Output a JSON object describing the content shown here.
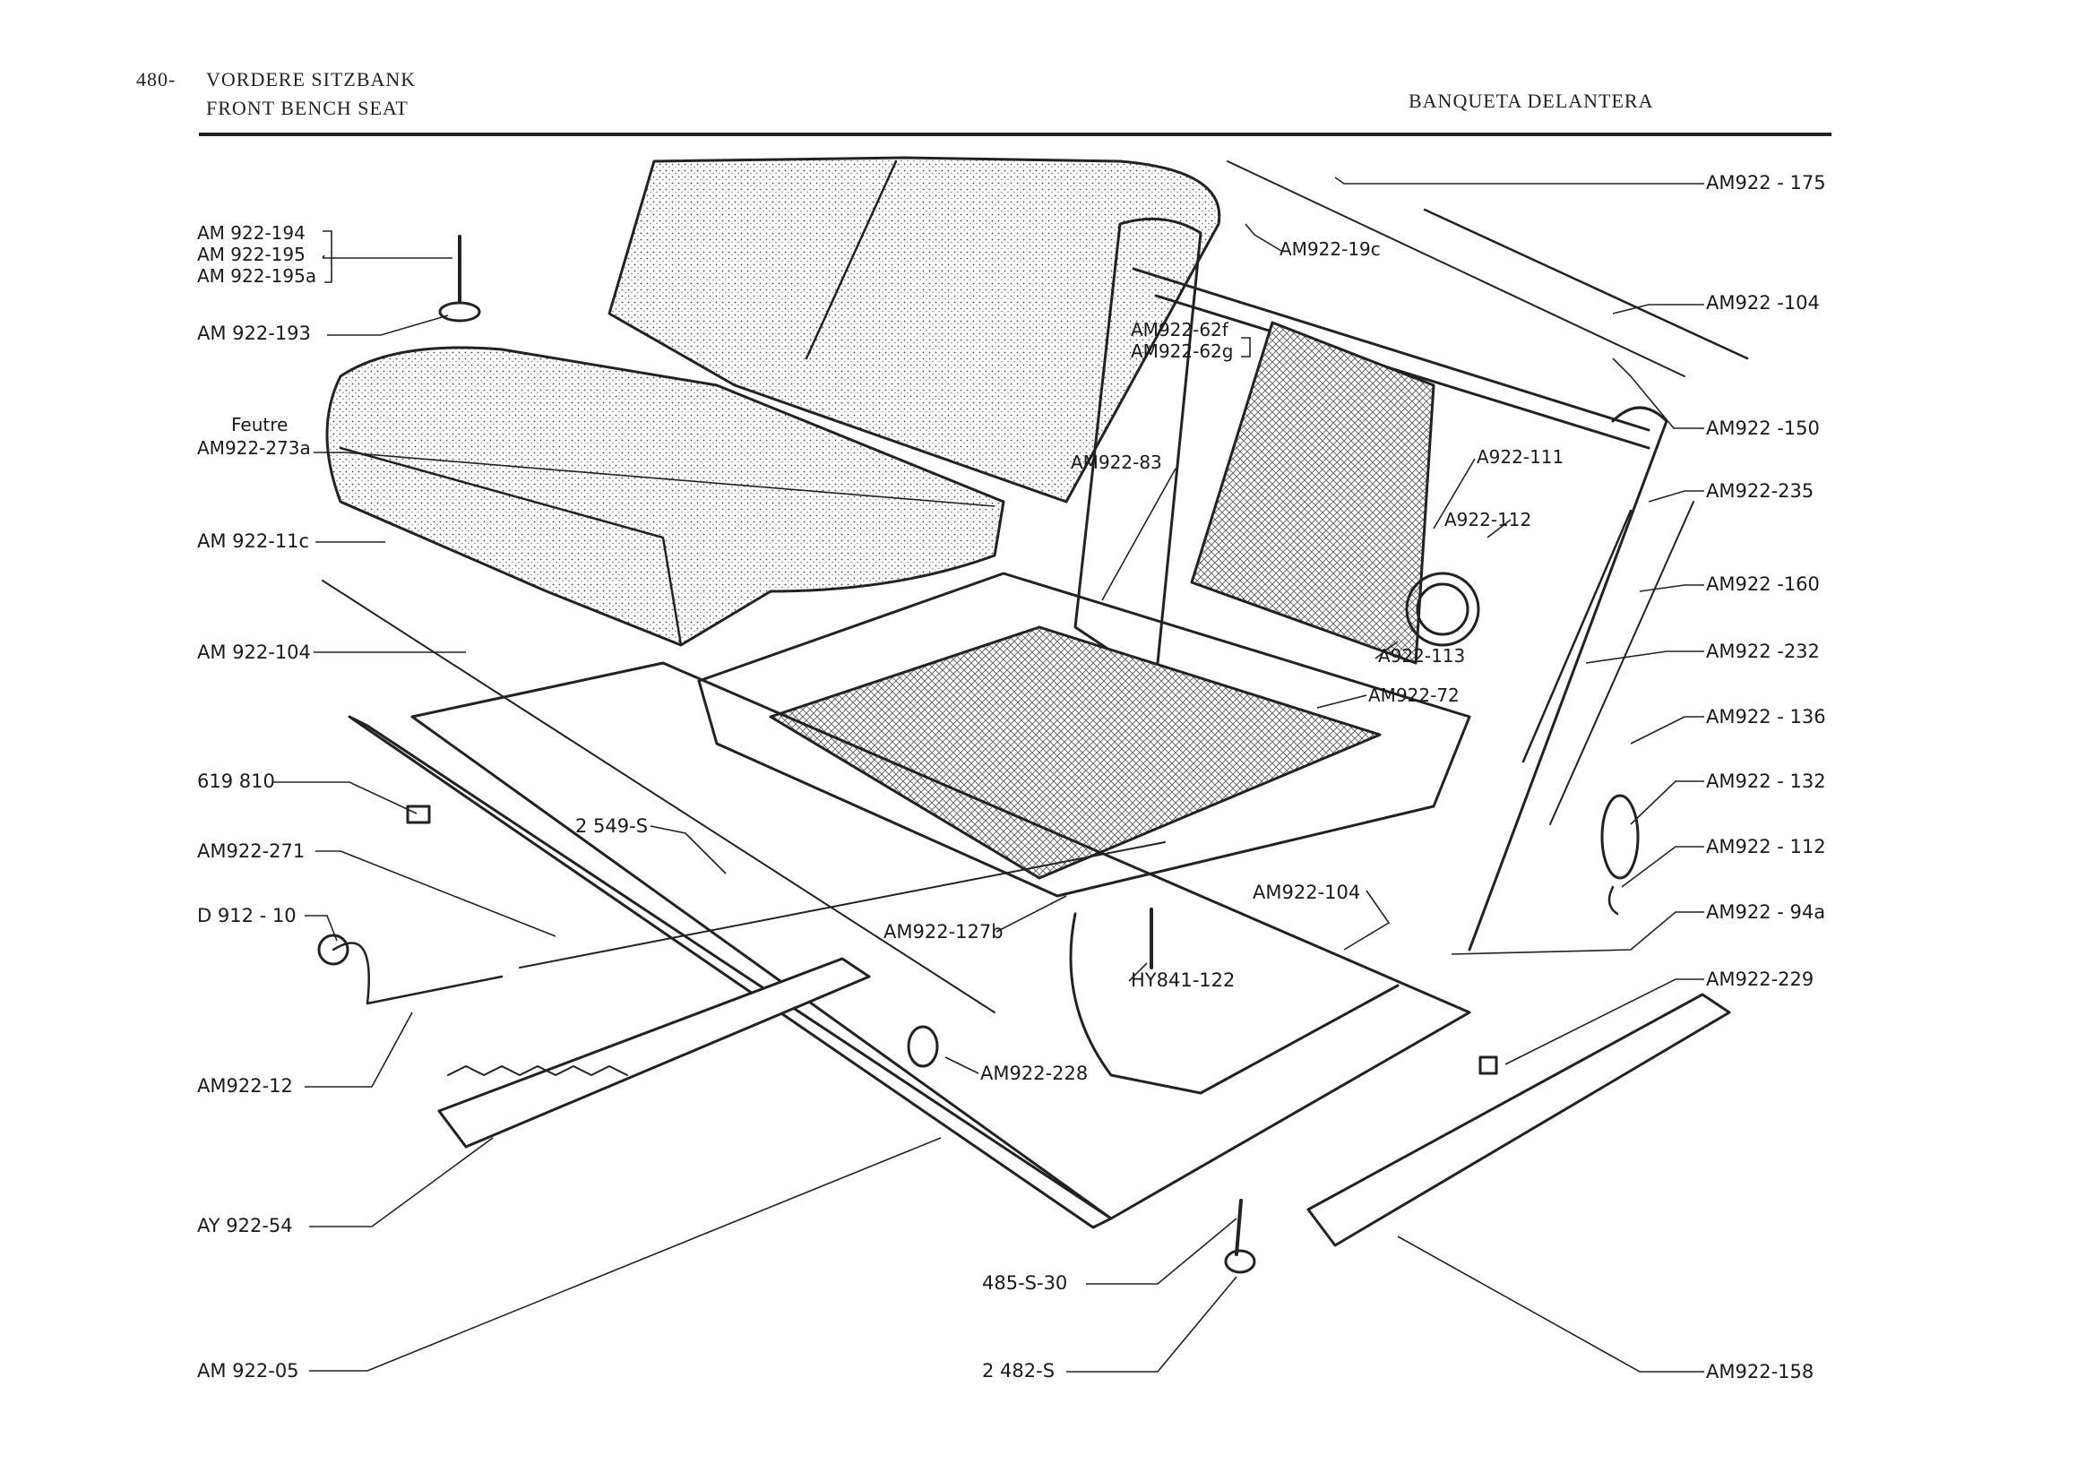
{
  "header": {
    "page_number": "480-",
    "title_de": "VORDERE SITZBANK",
    "title_en": "FRONT BENCH SEAT",
    "title_es": "BANQUETA DELANTERA"
  },
  "parts": {
    "am922_194": "AM 922-194",
    "am922_195": "AM 922-195",
    "am922_195a": "AM 922-195a",
    "am922_193": "AM 922-193",
    "feutre": "Feutre",
    "am922_273a": "AM922-273a",
    "am922_11c": "AM 922-11c",
    "am922_104_left": "AM 922-104",
    "p619810": "619 810",
    "am922_271": "AM922-271",
    "d912_10": "D 912 - 10",
    "am922_12": "AM922-12",
    "ay922_54": "AY 922-54",
    "am922_05": "AM 922-05",
    "am922_175": "AM922 - 175",
    "am922_19c": "AM922-19c",
    "am922_104_right": "AM922 -104",
    "am922_62f": "AM922-62f",
    "am922_62g": "AM922-62g",
    "am922_150": "AM922 -150",
    "am922_83": "AM922-83",
    "a922_111": "A922-111",
    "a922_112": "A922-112",
    "am922_235": "AM922-235",
    "am922_160": "AM922 -160",
    "a922_113": "A922-113",
    "am922_232": "AM922 -232",
    "am922_72": "AM922-72",
    "am922_136": "AM922 - 136",
    "am922_132": "AM922 - 132",
    "am922_112": "AM922 - 112",
    "am922_94a": "AM922 - 94a",
    "p2549s": "2 549-S",
    "am922_104_center": "AM922-104",
    "am922_127b": "AM922-127b",
    "hy841_122": "HY841-122",
    "am922_228": "AM922-228",
    "am922_229": "AM922-229",
    "p485s30": "485-S-30",
    "p2482s": "2 482-S",
    "am922_158": "AM922-158"
  }
}
